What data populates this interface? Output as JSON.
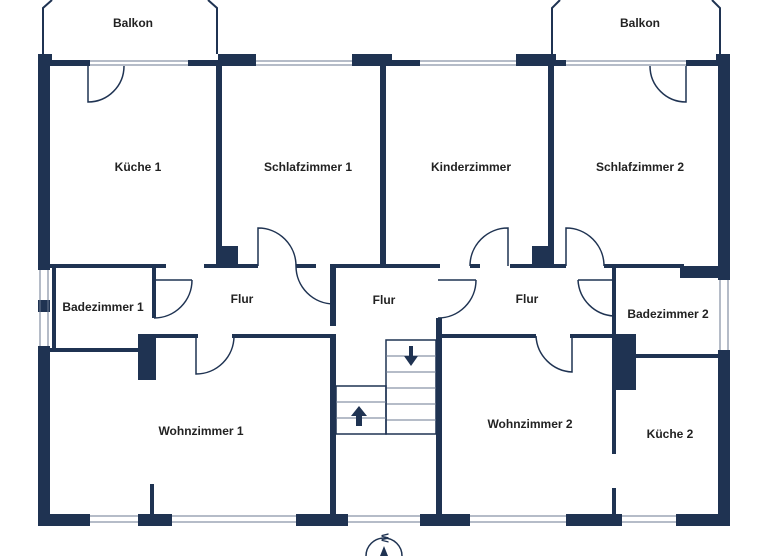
{
  "plan": {
    "wall_color": "#1f3352",
    "thin_line_color": "#6b7a90",
    "rooms": {
      "balkon_left": "Balkon",
      "balkon_right": "Balkon",
      "kueche_1": "Küche 1",
      "schlafzimmer_1": "Schlafzimmer 1",
      "kinderzimmer": "Kinderzimmer",
      "schlafzimmer_2": "Schlafzimmer 2",
      "badezimmer_1": "Badezimmer 1",
      "flur_left": "Flur",
      "flur_center": "Flur",
      "flur_right": "Flur",
      "badezimmer_2": "Badezimmer 2",
      "wohnzimmer_1": "Wohnzimmer 1",
      "wohnzimmer_2": "Wohnzimmer 2",
      "kueche_2": "Küche 2"
    },
    "compass": {
      "label": "W",
      "icon": "compass-icon"
    }
  }
}
